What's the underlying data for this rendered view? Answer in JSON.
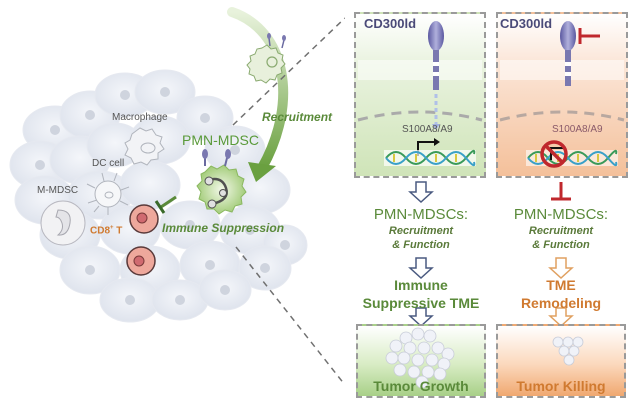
{
  "left": {
    "recruitment_label": "Recruitment",
    "pmn_mdsc_label": "PMN-MDSC",
    "macrophage_label": "Macrophage",
    "dc_cell_label": "DC cell",
    "m_mdsc_label": "M-MDSC",
    "cd8_label": "CD8",
    "cd8_sup": "+",
    "cd8_suffix": " T",
    "immune_suppression_label": "Immune Suppression"
  },
  "panels": {
    "wildtype": {
      "receptor_label": "CD300ld",
      "gene_label": "S100A8/A9",
      "step1_title": "PMN-MDSCs:",
      "step1_sub1": "Recruitment",
      "step1_sub2": "& Function",
      "step2_line1": "Immune",
      "step2_line2": "Suppressive TME",
      "outcome_label": "Tumor Growth",
      "color": "#5a8a3a"
    },
    "inhibited": {
      "receptor_label": "CD300ld",
      "gene_label": "S100A8/A9",
      "step1_title": "PMN-MDSCs:",
      "step1_sub1": "Recruitment",
      "step1_sub2": "& Function",
      "step2_line1": "TME",
      "step2_line2": "Remodeling",
      "outcome_label": "Tumor Killing",
      "color": "#d07a30"
    }
  },
  "colors": {
    "green_accent": "#5a8a3a",
    "orange_accent": "#d07a30",
    "inhibit_red": "#c0282d",
    "receptor_purple": "#7a78b0",
    "arrow_blue": "#4a5a80"
  }
}
